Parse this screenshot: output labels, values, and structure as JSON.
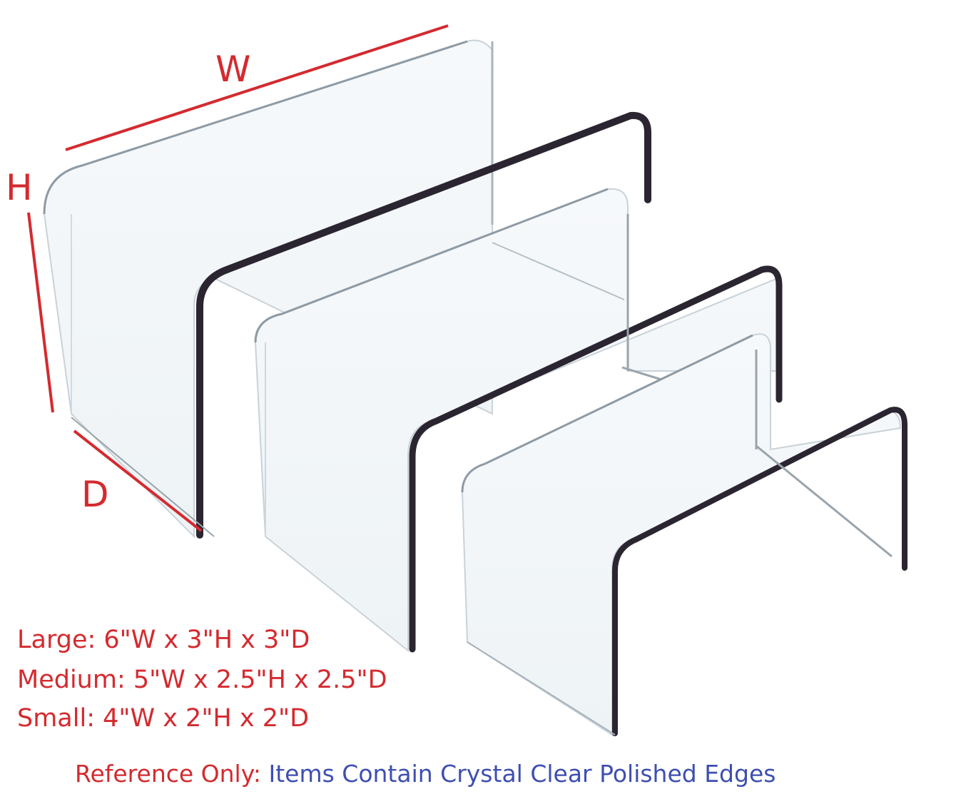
{
  "labels": {
    "width": "W",
    "height": "H",
    "depth": "D"
  },
  "sizes": [
    "Large: 6\"W x 3\"H x 3\"D",
    "Medium: 5\"W x 2.5\"H x 2.5\"D",
    "Small: 4\"W x 2\"H x 2\"D"
  ],
  "caption": {
    "prefix": "Reference Only:",
    "text": "Items Contain Crystal Clear Polished Edges"
  },
  "colors": {
    "annotation_red": "#d42a2f",
    "caption_blue": "#3e4fb0",
    "acrylic_edge": "#2a2530"
  }
}
